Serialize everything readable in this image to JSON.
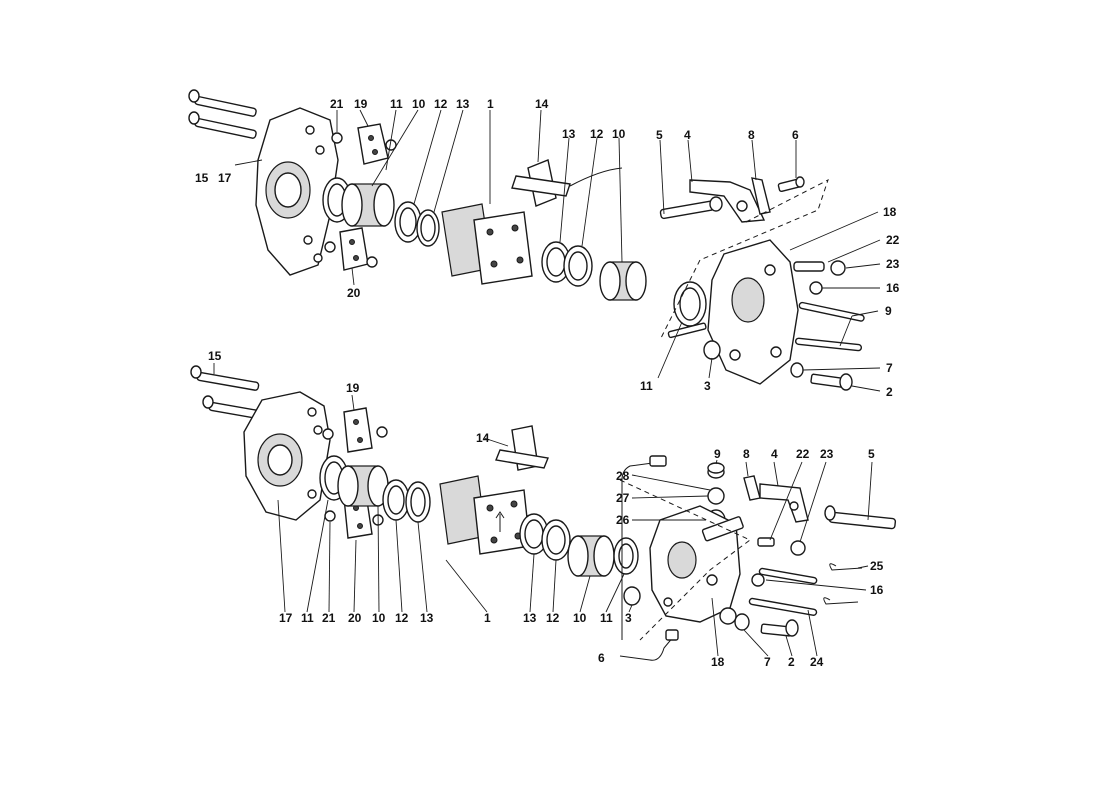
{
  "diagram": {
    "upper_assembly": {
      "labels": [
        "21",
        "19",
        "11",
        "10",
        "12",
        "13",
        "1",
        "14",
        "15",
        "17",
        "13",
        "12",
        "10",
        "5",
        "4",
        "8",
        "6",
        "18",
        "22",
        "23",
        "16",
        "9",
        "20",
        "11",
        "3",
        "7",
        "2"
      ]
    },
    "lower_assembly": {
      "labels": [
        "15",
        "19",
        "14",
        "9",
        "8",
        "4",
        "22",
        "23",
        "5",
        "28",
        "27",
        "26",
        "25",
        "16",
        "17",
        "11",
        "21",
        "20",
        "10",
        "12",
        "13",
        "1",
        "13",
        "12",
        "10",
        "11",
        "3",
        "18",
        "7",
        "2",
        "24",
        "6"
      ]
    }
  }
}
